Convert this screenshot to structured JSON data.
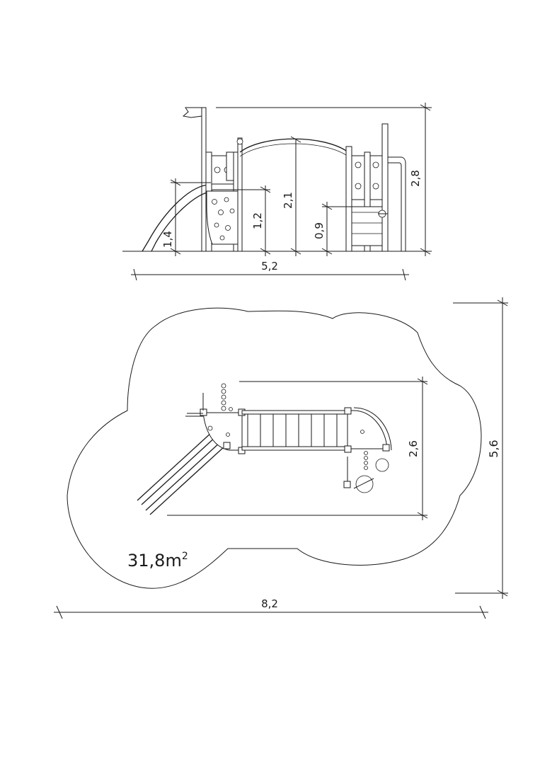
{
  "side_view": {
    "overall_width": "5,2",
    "overall_height": "2,8",
    "arch_height": "2,1",
    "slide_height": "1,4",
    "platform_height": "1,2",
    "low_platform_height": "0,9"
  },
  "plan_view": {
    "zone_width": "8,2",
    "zone_depth": "5,6",
    "equipment_depth": "2,6",
    "area_value": "31,8",
    "area_unit": "m",
    "area_exponent": "2"
  }
}
